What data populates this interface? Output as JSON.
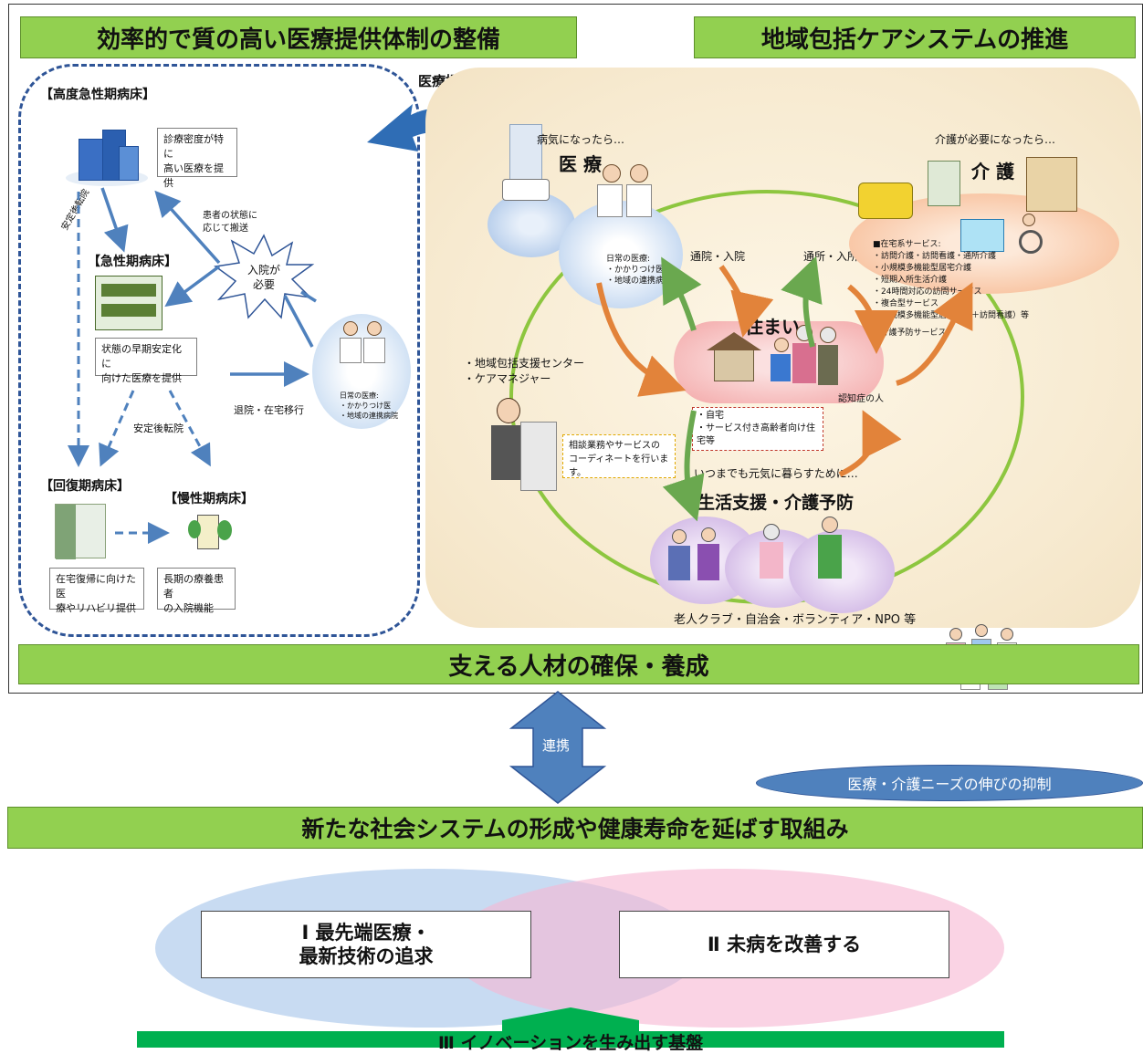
{
  "header": {
    "left_title": "効率的で質の高い医療提供体制の整備",
    "right_title": "地域包括ケアシステムの推進"
  },
  "medical_panel": {
    "detail_label": "医療提供体制の詳細",
    "high_acute": {
      "heading": "【高度急性期病床】",
      "desc_line1": "診療密度が特に",
      "desc_line2": "高い医療を提供"
    },
    "transfer_note_line1": "患者の状態に",
    "transfer_note_line2": "応じて搬送",
    "stable_transfer_vertical": "安定後転院",
    "admission_burst_line1": "入院が",
    "admission_burst_line2": "必要",
    "acute": {
      "heading": "【急性期病床】",
      "desc_line1": "状態の早期安定化に",
      "desc_line2": "向けた医療を提供"
    },
    "discharge_label": "退院・在宅移行",
    "stable_transfer": "安定後転院",
    "daily_care_line1": "日常の医療:",
    "daily_care_line2": "・かかりつけ医",
    "daily_care_line3": "・地域の連携病院",
    "recovery": {
      "heading": "【回復期病床】",
      "desc_line1": "在宅復帰に向けた医",
      "desc_line2": "療やリハビリ提供"
    },
    "chronic": {
      "heading": "【慢性期病床】",
      "desc_line1": "長期の療養患者",
      "desc_line2": "の入院機能"
    }
  },
  "care_panel": {
    "medical_caption": "病気になったら…",
    "medical_title": "医 療",
    "daily_care_line1": "日常の医療:",
    "daily_care_line2": "・かかりつけ医",
    "daily_care_line3": "・地域の連携病院",
    "outpatient_left": "通院・入院",
    "outpatient_right": "通所・入所",
    "nursing_caption": "介護が必要になったら…",
    "nursing_title": "介 護",
    "services": [
      "■在宅系サービス:",
      "・訪問介護・訪問看護・通所介護",
      "・小規模多機能型居宅介護",
      "・短期入所生活介護",
      "・24時間対応の訪問サービス",
      "・複合型サービス",
      "（小規模多機能型居宅介護＋訪問看護）等",
      "■介護予防サービス"
    ],
    "home_title": "住まい",
    "home_items": [
      "・自宅",
      "・サービス付き高齢者向け住宅等"
    ],
    "elderly_label": "認知症の人",
    "support_center_line1": "・地域包括支援センター",
    "support_center_line2": "・ケアマネジャー",
    "consult_line1": "相談業務やサービスの",
    "consult_line2": "コーディネートを行います。",
    "life_caption": "いつまでも元気に暮らすために…",
    "life_title": "生活支援・介護予防",
    "community": "老人クラブ・自治会・ボランティア・NPO 等"
  },
  "personnel_bar": "支える人材の確保・養成",
  "link_label": "連携",
  "suppression_label": "医療・介護ニーズの伸びの抑制",
  "new_system_bar": "新たな社会システムの形成や健康寿命を延ばす取組み",
  "pillar1_line1": "Ⅰ 最先端医療・",
  "pillar1_line2": "最新技術の追求",
  "pillar2": "Ⅱ 未病を改善する",
  "pillar3": "Ⅲ イノベーションを生み出す基盤",
  "colors": {
    "green_bar": "#92d050",
    "dark_green_bar": "#00b050",
    "arrow_blue": "#4f81bd",
    "ellipse_blue": "#c5d9f1",
    "ellipse_pink": "#f7b6d2"
  }
}
